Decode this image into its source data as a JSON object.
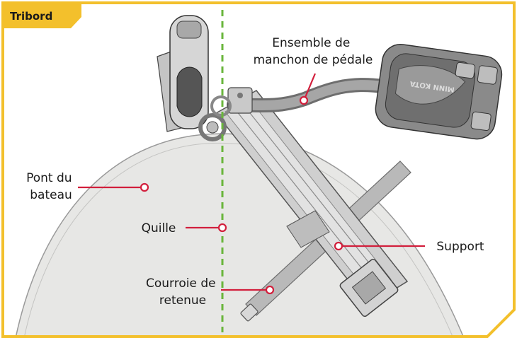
{
  "colors": {
    "frame": "#f3c02c",
    "hull": "#e7e7e5",
    "keel_line": "#6ab63c",
    "leader": "#d21f3c",
    "metal_dark": "#8a8a8a",
    "metal_light": "#d8d8d8"
  },
  "corner_tag": "Tribord",
  "labels": {
    "pedal_line1": "Ensemble de",
    "pedal_line2": "manchon de pédale",
    "deck_line1": "Pont du",
    "deck_line2": "bateau",
    "keel": "Quille",
    "support": "Support",
    "strap_line1": "Courroie de",
    "strap_line2": "retenue"
  },
  "product_text": {
    "pedal_brand": "MINN KOTA"
  }
}
